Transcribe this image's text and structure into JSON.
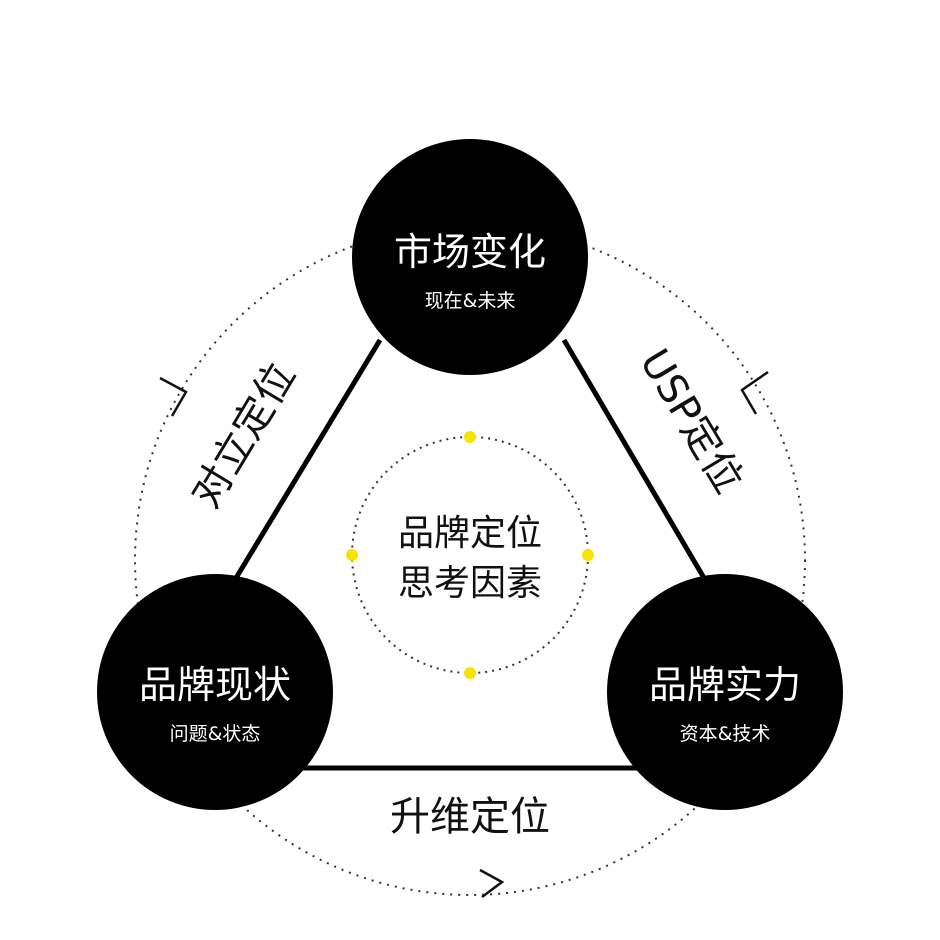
{
  "center": {
    "line1": "品牌定位",
    "line2": "思考因素"
  },
  "nodes": {
    "top": {
      "title": "市场变化",
      "subtitle": "现在&未来"
    },
    "left": {
      "title": "品牌现状",
      "subtitle": "问题&状态"
    },
    "right": {
      "title": "品牌实力",
      "subtitle": "资本&技术"
    }
  },
  "edges": {
    "left": "对立定位",
    "right": "USP定位",
    "bottom": "升维定位"
  },
  "colors": {
    "node_fill": "#000000",
    "line": "#000000",
    "dot_accent": "#f5e300",
    "background": "#ffffff"
  }
}
